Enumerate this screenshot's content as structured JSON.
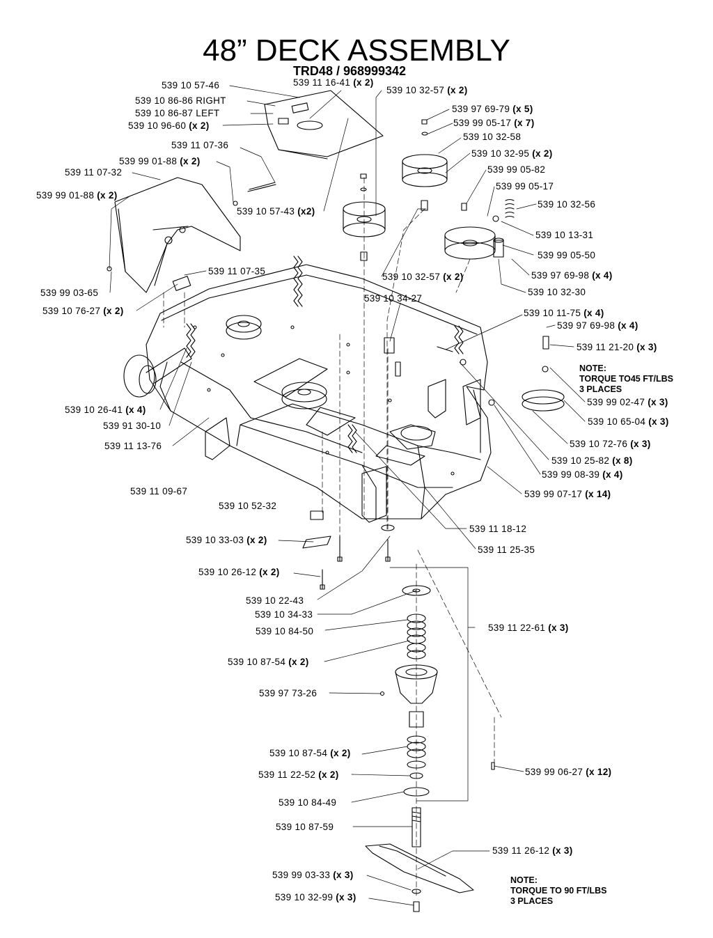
{
  "title": "48” DECK ASSEMBLY",
  "subtitle": "TRD48 / 968999342",
  "labels": {
    "l01": "539 10 57-46",
    "l02": "539 11 16-41",
    "l03": "539 10 32-57",
    "l04": "539 10 86-86 RIGHT",
    "l05": "539 10 86-87 LEFT",
    "l06": "539 10 96-60",
    "l07": "539 97 69-79",
    "l08": "539 99 05-17",
    "l09": "539 10 32-58",
    "l10": "539 11 07-36",
    "l11": "539 10 32-95",
    "l12": "539 99 01-88",
    "l13": "539 11 07-32",
    "l14": "539 99 05-82",
    "l15": "539 99 05-17",
    "l16": "539 99 01-88",
    "l17": "539 10 32-56",
    "l18": "539 10 57-43",
    "l19": "539 10 13-31",
    "l20": "539 99 05-50",
    "l21": "539 11 07-35",
    "l22": "539 97 69-98",
    "l23": "539 10 32-57",
    "l24": "539 99 03-65",
    "l25": "539 10 32-30",
    "l26": "539 10 76-27",
    "l27": "539 10 34-27",
    "l28": "539 10 11-75",
    "l29": "539 97 69-98",
    "l30": "539 11 21-20",
    "l31": "539 99 02-47",
    "l32": "539 10 26-41",
    "l33": "539 10 65-04",
    "l34": "539 91 30-10",
    "l35": "539 10 72-76",
    "l36": "539 11 13-76",
    "l37": "539 10 25-82",
    "l38": "539 99 08-39",
    "l39": "539 11 09-67",
    "l40": "539 99 07-17",
    "l41": "539 10 52-32",
    "l42": "539 11 18-12",
    "l43": "539 10 33-03",
    "l44": "539 11 25-35",
    "l45": "539 10 26-12",
    "l46": "539 10 22-43",
    "l47": "539 10 34-33",
    "l48": "539 10 84-50",
    "l49": "539 11 22-61",
    "l50": "539 10 87-54",
    "l51": "539 97 73-26",
    "l52": "539 10 87-54",
    "l53": "539 99 06-27",
    "l54": "539 11 22-52",
    "l55": "539 10 84-49",
    "l56": "539 10 87-59",
    "l57": "539 11 26-12",
    "l58": "539 99 03-33",
    "l59": "539 10 32-99"
  },
  "qty": {
    "q02": "(x 2)",
    "q03": "(x 2)",
    "q06": "(x 2)",
    "q07": "(x 5)",
    "q08": "(x 7)",
    "q11": "(x 2)",
    "q12": "(x 2)",
    "q16": "(x 2)",
    "q18": "(x2)",
    "q22": "(x 4)",
    "q23": "(x 2)",
    "q26": "(x 2)",
    "q28": "(x 4)",
    "q29": "(x 4)",
    "q30": "(x 3)",
    "q31": "(x 3)",
    "q32": "(x 4)",
    "q33": "(x 3)",
    "q35": "(x 3)",
    "q37": "(x 8)",
    "q38": "(x 4)",
    "q40": "(x 14)",
    "q43": "(x 2)",
    "q45": "(x 2)",
    "q49": "(x 3)",
    "q50": "(x 2)",
    "q52": "(x 2)",
    "q53": "(x 12)",
    "q54": "(x 2)",
    "q57": "(x 3)",
    "q58": "(x 3)",
    "q59": "(x 3)"
  },
  "notes": {
    "torque45": [
      "NOTE:",
      "TORQUE TO45 FT/LBS",
      "3 PLACES"
    ],
    "torque90": [
      "NOTE:",
      "TORQUE TO 90 FT/LBS",
      "3 PLACES"
    ]
  }
}
